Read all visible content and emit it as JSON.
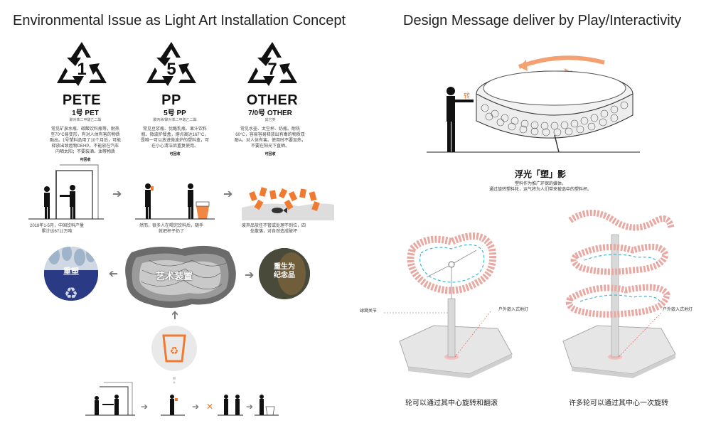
{
  "left_title": "Environmental Issue as Light Art Installation Concept",
  "right_title": "Design Message deliver by Play/Interactivity",
  "codes": [
    {
      "num": "1",
      "abbr": "PETE",
      "name_cn": "1号 PET",
      "sub_cn": "聚对苯二甲酸乙二酯",
      "desc": "常见矿泉水瓶、碳酸饮料瓶等，耐热至70°C易变形，有对人体有害的物质融出。1号塑料品用了10个月后，可能释放出致癌物DEHP。不能放在汽车内晒太阳；不要装酒、油等物质",
      "recycle": "可回收"
    },
    {
      "num": "5",
      "abbr": "PP",
      "name_cn": "5号 PP",
      "sub_cn": "聚丙烯/聚对苯二甲酸乙二酯",
      "desc": "常见豆浆瓶、优酪乳瓶、果汁饮料瓶、微波炉餐盒，熔点高达167°C，是唯一可以放进微波炉的塑料盒，可在小心清洁后重复使用。",
      "recycle": "可回收"
    },
    {
      "num": "7",
      "abbr": "OTHER",
      "name_cn": "7/0号 OTHER",
      "sub_cn": "其它类",
      "desc": "常见水壶、太空杯、奶瓶。耐热60°C，容易容易释放出有毒的物质双酚A，对人体有害。使用时不要加热，不要在阳光下直晒。",
      "recycle": "可回收"
    }
  ],
  "story_captions": [
    "2018年1-5月，中国饮料产量累计达6711万吨",
    "然而，很多人在喝完饮料后，随手就把杯子扔了",
    "废弃品放任不管或处理不到位，四处散落，对自然造成破坏"
  ],
  "circles": {
    "left_label": "重塑",
    "center_label": "艺术装置",
    "right_label": "重生为\n纪念品"
  },
  "concept": {
    "title": "浮光「塑」影",
    "line1": "塑料作为推广环保的媒体。",
    "line2": "通过旋转塑料轮，运气将为人们带来被选中的塑料杯。"
  },
  "diagram_labels": {
    "joint": "球窝关节",
    "light_left": "户外嵌入式地灯",
    "light_right": "户外嵌入式地灯"
  },
  "captions_bottom": {
    "left": "轮可以通过其中心旋转和翻滚",
    "right": "许多轮可以通过其中心一次旋转"
  },
  "colors": {
    "accent_orange": "#f07a30",
    "pink_wheel": "#e8a9a3",
    "cyan_arrow": "#3ab6d8",
    "navy_circle": "#1f2f6e"
  }
}
